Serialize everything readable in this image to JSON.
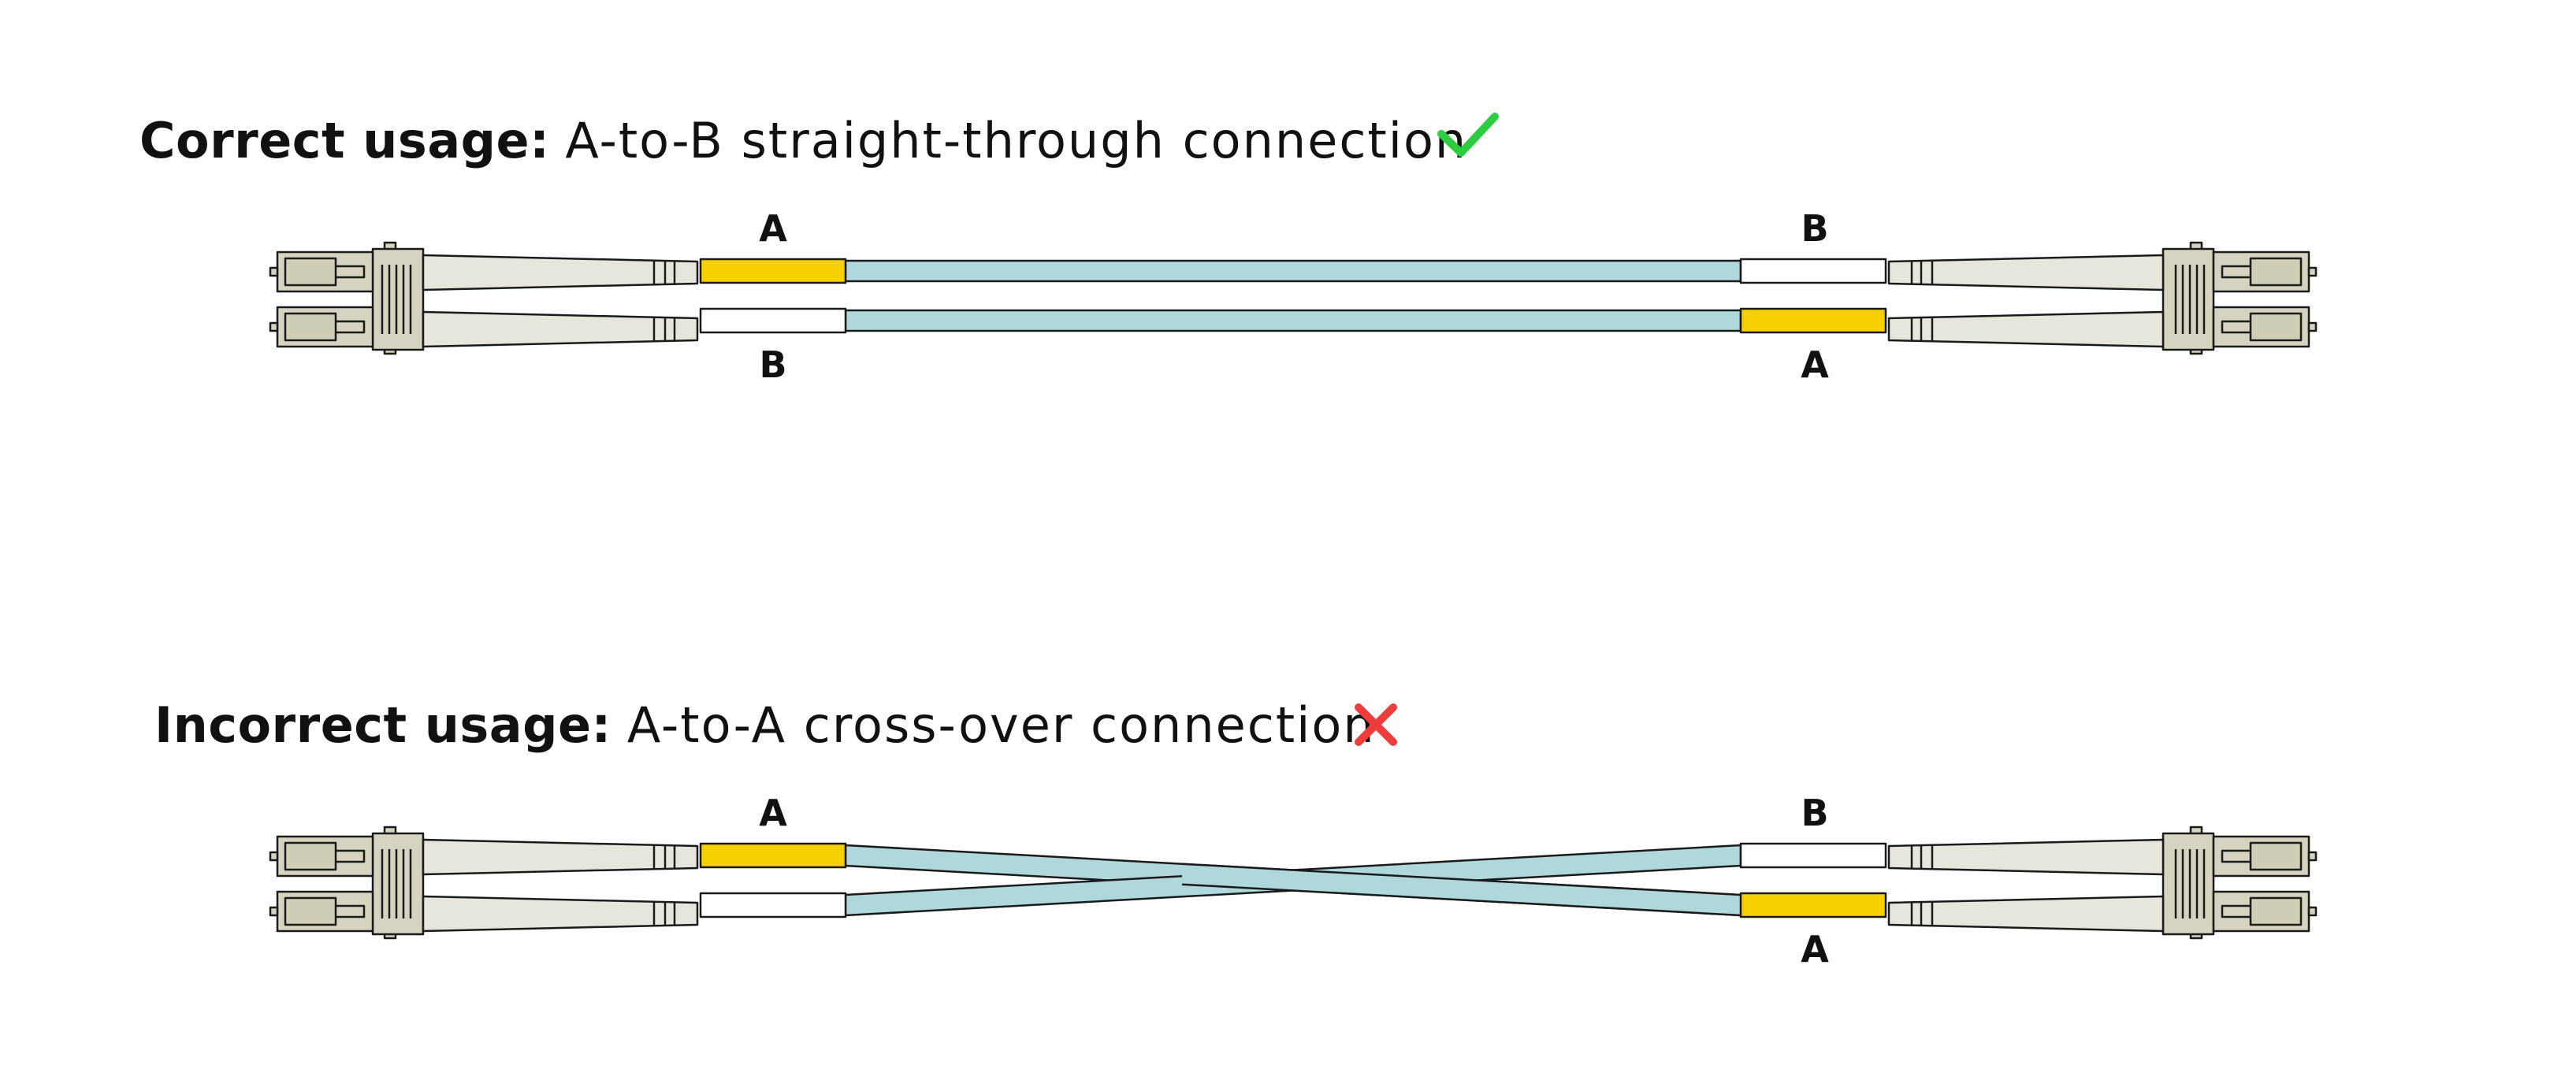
{
  "sections": [
    {
      "id": "correct",
      "heading_bold": "Correct usage:",
      "heading_rest": "A-to-B straight-through connection",
      "status_icon": "check-mark-icon",
      "status_color": "#2ecc40",
      "wiring": "straight",
      "left_top_label": "A",
      "left_bottom_label": "B",
      "right_top_label": "B",
      "right_bottom_label": "A"
    },
    {
      "id": "incorrect",
      "heading_bold": "Incorrect usage:",
      "heading_rest": "A-to-A cross-over connection",
      "status_icon": "cross-mark-icon",
      "status_color": "#ee3b3b",
      "wiring": "crossed",
      "left_top_label": "A",
      "left_bottom_label": "B",
      "right_top_label": "B",
      "right_bottom_label": "A"
    }
  ],
  "colors": {
    "fiber": "#aed8db",
    "sleeve_a": "#f7d000",
    "sleeve_b": "#ffffff",
    "boot": "#e7e6dd",
    "housing": "#d6d4c0",
    "outline": "#1a1a1a"
  }
}
